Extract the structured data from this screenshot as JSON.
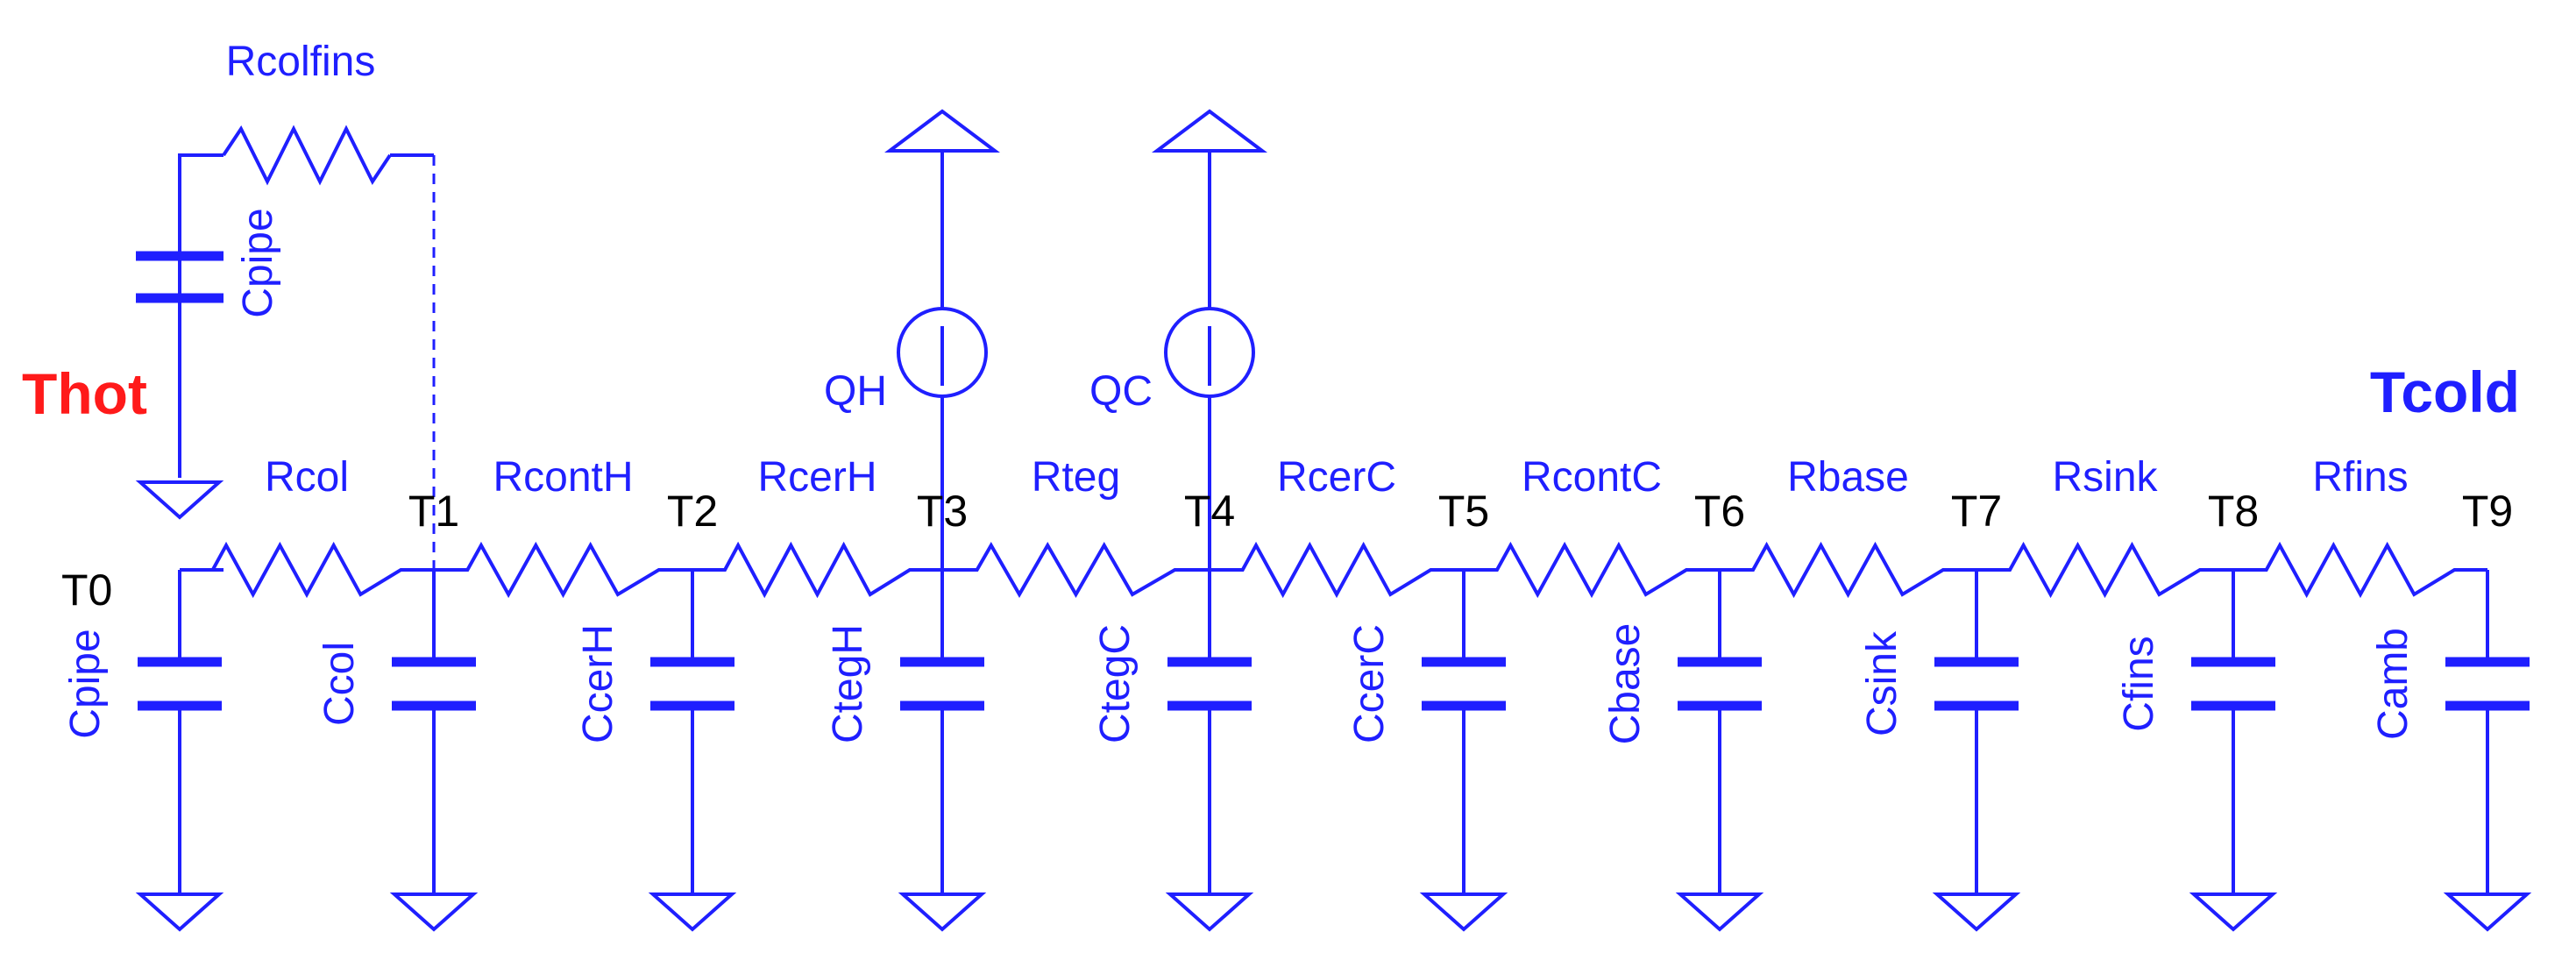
{
  "labels": {
    "thot": "Thot",
    "tcold": "Tcold",
    "rcolfins": "Rcolfins",
    "cpipe_top": "Cpipe",
    "qh": "QH",
    "qc": "QC"
  },
  "resistors": [
    "Rcol",
    "RcontH",
    "RcerH",
    "Rteg",
    "RcerC",
    "RcontC",
    "Rbase",
    "Rsink",
    "Rfins"
  ],
  "nodes": [
    "T0",
    "T1",
    "T2",
    "T3",
    "T4",
    "T5",
    "T6",
    "T7",
    "T8",
    "T9"
  ],
  "capacitors": [
    "Cpipe",
    "Ccol",
    "CcerH",
    "CtegH",
    "CtegC",
    "CcerC",
    "Cbase",
    "Csink",
    "Cfins",
    "Camb"
  ],
  "colors": {
    "wire": "#1f1fff",
    "hot": "#ff1a1a",
    "cold": "#1f1fff",
    "node_text": "#000000"
  }
}
